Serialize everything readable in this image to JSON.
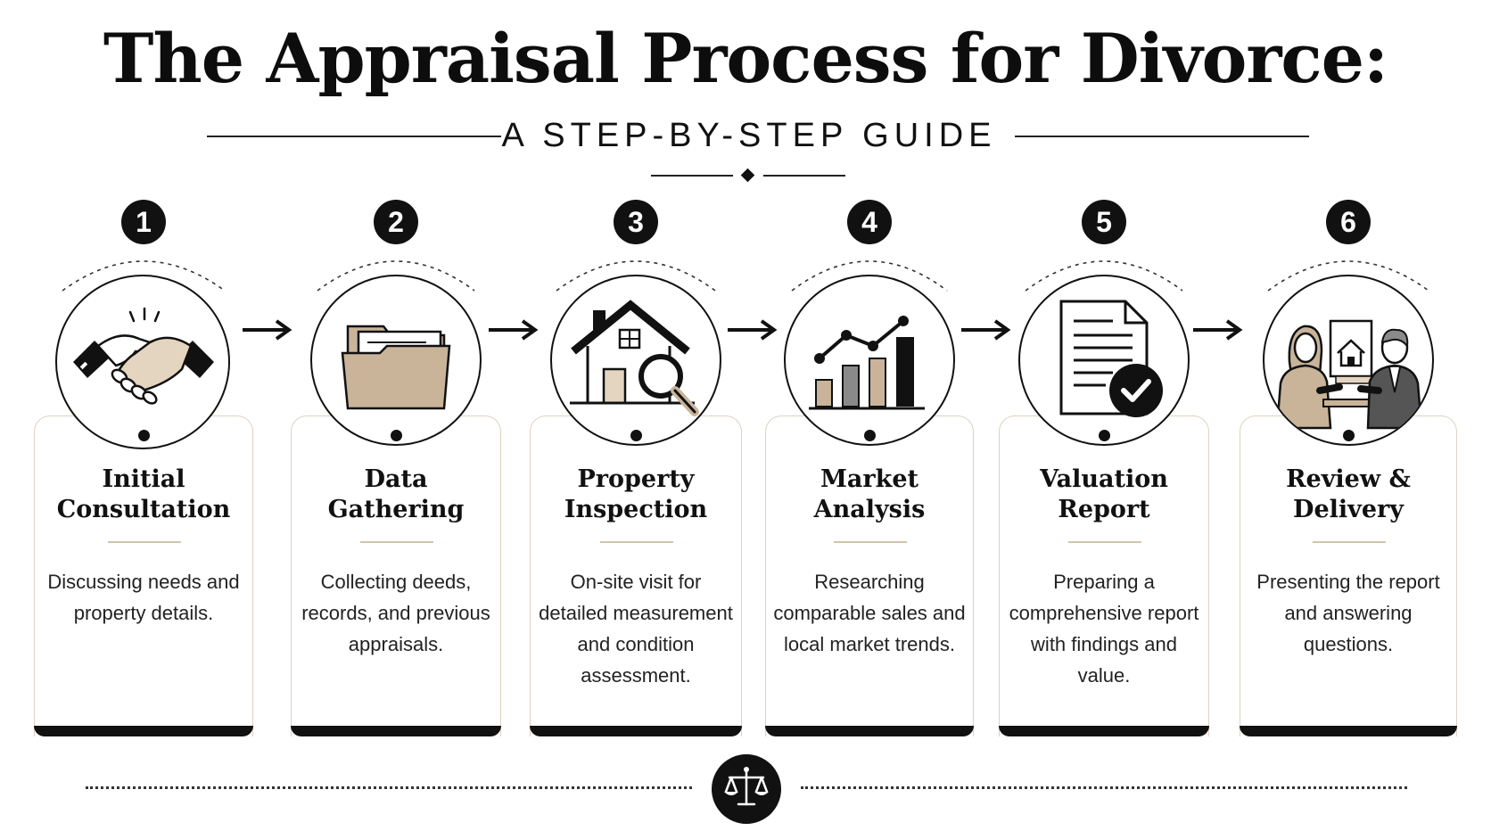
{
  "header": {
    "title": "The Appraisal Process for Divorce:",
    "subtitle": "A STEP-BY-STEP GUIDE"
  },
  "colors": {
    "ink": "#111111",
    "tan": "#c9b49a",
    "tan_light": "#e4d5c0",
    "card_border": "#ddd2c3"
  },
  "steps": [
    {
      "number": "1",
      "title_line1": "Initial",
      "title_line2": "Consultation",
      "desc": "Discussing needs and property details.",
      "icon": "handshake-icon"
    },
    {
      "number": "2",
      "title_line1": "Data",
      "title_line2": "Gathering",
      "desc": "Collecting deeds, records, and previous appraisals.",
      "icon": "folder-icon"
    },
    {
      "number": "3",
      "title_line1": "Property",
      "title_line2": "Inspection",
      "desc": "On-site visit for detailed measurement and condition assessment.",
      "icon": "house-magnifier-icon"
    },
    {
      "number": "4",
      "title_line1": "Market",
      "title_line2": "Analysis",
      "desc": "Researching comparable sales and local market trends.",
      "icon": "bar-chart-icon"
    },
    {
      "number": "5",
      "title_line1": "Valuation",
      "title_line2": "Report",
      "desc": "Preparing a comprehensive report with findings and value.",
      "icon": "document-check-icon"
    },
    {
      "number": "6",
      "title_line1": "Review &",
      "title_line2": "Delivery",
      "desc": "Presenting the report and answering questions.",
      "icon": "meeting-icon"
    }
  ],
  "footer": {
    "icon": "scales-of-justice-icon"
  }
}
